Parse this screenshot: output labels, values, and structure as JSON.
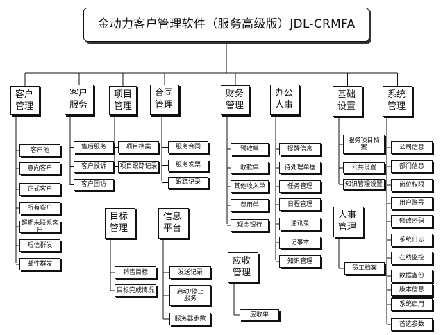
{
  "title": "金动力客户管理软件（服务高级版）JDL-CRMFA",
  "categories": [
    {
      "id": "customer",
      "label": "客户\n管理",
      "items": [
        "客户池",
        "意向客户",
        "正式客户",
        "所有客户",
        "超期未联系客户",
        "短信群发",
        "邮件群发"
      ]
    },
    {
      "id": "service",
      "label": "客户\n服务",
      "items": [
        "售后服务",
        "客户投诉",
        "客户回访"
      ]
    },
    {
      "id": "project",
      "label": "项目\n管理",
      "items": [
        "项目档案",
        "项目跟踪记录"
      ]
    },
    {
      "id": "contract",
      "label": "合同\n管理",
      "items": [
        "服务合同",
        "服务发票",
        "跟踪记录"
      ]
    },
    {
      "id": "finance",
      "label": "财务\n管理",
      "items": [
        "预收单",
        "收款单",
        "其他收入单",
        "费用单",
        "现金银行"
      ]
    },
    {
      "id": "office",
      "label": "办公\n人事",
      "items": [
        "提醒信息",
        "待处理单据",
        "任务管理",
        "日程管理",
        "通讯录",
        "记事本",
        "知识管理"
      ]
    },
    {
      "id": "basic",
      "label": "基础\n设置",
      "items": [
        "服务项目档\n案",
        "公共设置",
        "知识管理设置"
      ]
    },
    {
      "id": "system",
      "label": "系统\n管理",
      "items": [
        "公司信息",
        "部门信息",
        "岗位权限",
        "用户账号",
        "修改密码",
        "系统日志",
        "在线监控",
        "数据备份",
        "版本信息",
        "系统启用",
        "首选参数"
      ]
    },
    {
      "id": "target",
      "label": "目标\n管理",
      "items": [
        "销售目标",
        "目标完成情况"
      ]
    },
    {
      "id": "info",
      "label": "信息\n平台",
      "items": [
        "发送记录",
        "启动/停止\n服务",
        "服务器参数"
      ]
    },
    {
      "id": "receivable",
      "label": "应收\n管理",
      "items": [
        "应收单"
      ]
    },
    {
      "id": "hr",
      "label": "人事\n管理",
      "items": [
        "员工档案"
      ]
    }
  ]
}
